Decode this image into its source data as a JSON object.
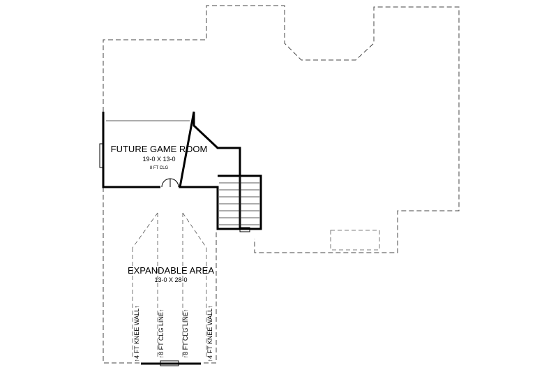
{
  "rooms": {
    "game_room": {
      "name": "FUTURE GAME ROOM",
      "dimensions": "19-0 X 13-0",
      "ceiling": "8 FT CLG"
    },
    "expandable": {
      "name": "EXPANDABLE AREA",
      "dimensions": "13-0 X 28-0"
    }
  },
  "vertical_labels": {
    "knee_wall_left": "↑4 FT KNEE WALL↑",
    "clg_line_left": "↑8 FT CLG LINE↑",
    "clg_line_right": "↑8 FT CLG LINE↑",
    "knee_wall_right": "↑4 FT KNEE WALL↑"
  }
}
